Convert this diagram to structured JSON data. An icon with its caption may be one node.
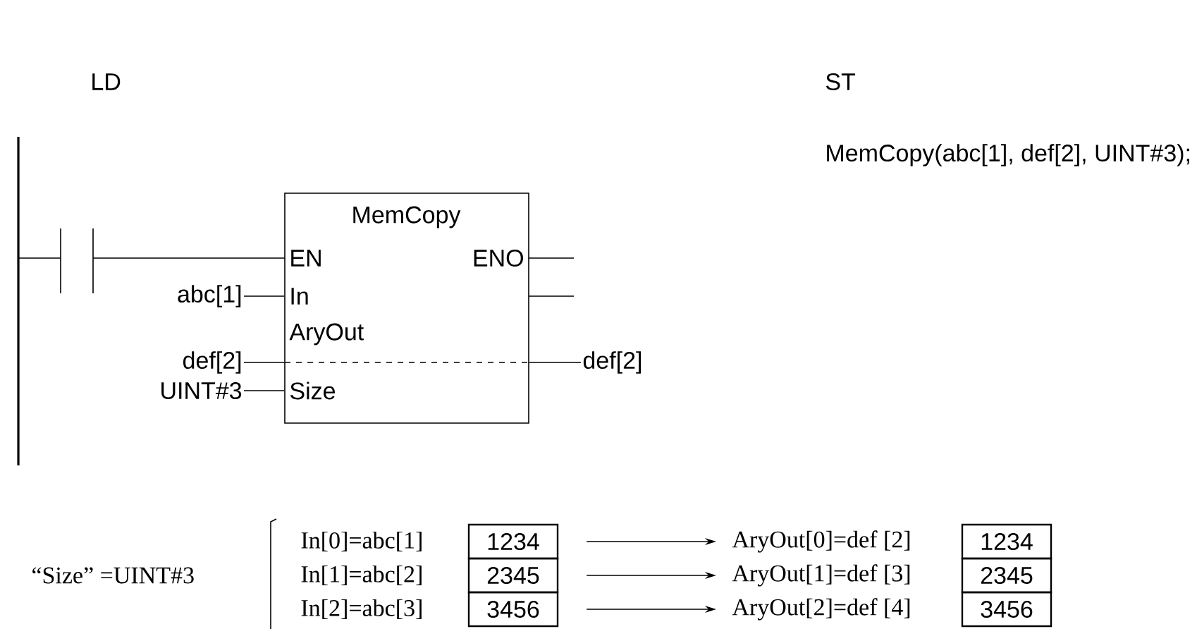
{
  "diagram": {
    "nodes": [
      {
        "text": [
          "MemCopy",
          "EN",
          "ENO",
          "In",
          "AryOut",
          "Size"
        ]
      },
      {
        "text": [
          "abc[1]"
        ]
      },
      {
        "text": [
          "def[2]"
        ]
      },
      {
        "text": [
          "def[2]"
        ]
      },
      {
        "text": [
          "UINT#3"
        ]
      },
      {
        "text": [
          "1234"
        ]
      },
      {
        "text": [
          "AryOut[0]=def [2]"
        ]
      },
      {
        "text": [
          "1234"
        ]
      },
      {
        "text": [
          "2345"
        ]
      },
      {
        "text": [
          "AryOut[1]=def [3]"
        ]
      },
      {
        "text": [
          "2345"
        ]
      },
      {
        "text": [
          "3456"
        ]
      },
      {
        "text": [
          "AryOut[2]=def [4]"
        ]
      },
      {
        "text": [
          "3456"
        ]
      }
    ],
    "edges": [
      {
        "from": 1,
        "to": 0,
        "arrow": "none"
      },
      {
        "from": 2,
        "to": 0,
        "arrow": "none"
      },
      {
        "from": 0,
        "to": 3,
        "arrow": "none"
      },
      {
        "from": 4,
        "to": 0,
        "arrow": "none"
      },
      {
        "from": 5,
        "to": 6,
        "arrow": "to"
      },
      {
        "from": 8,
        "to": 9,
        "arrow": "to"
      },
      {
        "from": 11,
        "to": 12,
        "arrow": "to"
      }
    ],
    "labels": [
      "LD",
      "ST",
      "MemCopy(abc[1], def[2], UINT#3);",
      "“Size” =UINT#3",
      "In[0]=abc[1]",
      "In[1]=abc[2]",
      "In[2]=abc[3]"
    ]
  }
}
